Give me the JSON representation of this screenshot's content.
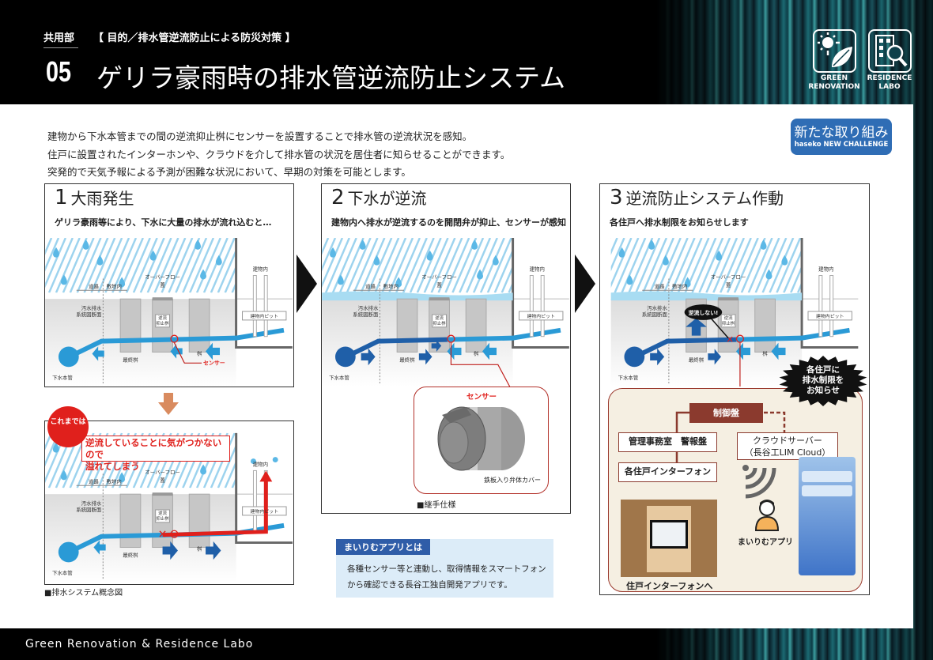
{
  "header": {
    "category": "共用部",
    "purpose": "【 目的／排水管逆流防止による防災対策 】",
    "number": "05",
    "title": "ゲリラ豪雨時の排水管逆流防止システム"
  },
  "logos": [
    {
      "label1": "GREEN",
      "label2": "RENOVATION",
      "icon": "sun-leaf-icon"
    },
    {
      "label1": "RESIDENCE",
      "label2": "LABO",
      "icon": "building-magnifier-icon"
    }
  ],
  "badge": {
    "title": "新たな取り組み",
    "subtitle": "haseko NEW CHALLENGE"
  },
  "intro": [
    "建物から下水本管までの間の逆流抑止桝にセンサーを設置することで排水管の逆流状況を感知。",
    "住戸に設置されたインターホンや、クラウドを介して排水管の状況を居住者に知らせることができます。",
    "突発的で天気予報による予測が困難な状況において、早期の対策を可能とします。"
  ],
  "steps": [
    {
      "num": "1",
      "title": "大雨発生",
      "lead": "ゲリラ豪雨等により、下水に大量の排水が流れ込むと…"
    },
    {
      "num": "2",
      "title": "下水が逆流",
      "lead": "建物内へ排水が逆流するのを開閉弁が抑止、センサーが感知"
    },
    {
      "num": "3",
      "title": "逆流防止システム作動",
      "lead": "各住戸へ排水制限をお知らせします"
    }
  ],
  "diagram_labels": {
    "road": "道路",
    "site": "敷地内",
    "overflow1": "オーバーフロー",
    "overflow2": "蓋",
    "section1": "汚水排水",
    "section2": "系統図断面",
    "check1": "逆流",
    "check2": "抑止桝",
    "final_pit": "最終桝",
    "pit": "桝",
    "main": "下水本管",
    "building": "建物内",
    "building_pit": "建物内ピット",
    "sensor": "センサー"
  },
  "before": {
    "badge": "これまでは",
    "message1": "逆流していることに気がつかないので",
    "message2": "溢れてしまう",
    "caption": "■排水システム概念図"
  },
  "detail": {
    "sensor": "センサー",
    "cover": "鉄板入り弁体カバー",
    "caption": "■継手仕様"
  },
  "step3": {
    "no_backflow": "逆流しない!",
    "burst": [
      "各住戸に",
      "排水制限を",
      "お知らせ"
    ],
    "control": "制御盤",
    "office": "管理事務室　警報盤",
    "intercom": "各住戸インターフォン",
    "intercom_caption": "住戸インターフォンへ",
    "cloud1": "クラウドサーバー",
    "cloud2": "（長谷工LIM Cloud）",
    "app": "まいりむアプリ"
  },
  "app_info": {
    "title": "まいりむアプリとは",
    "line1": "各種センサー等と連動し、取得情報をスマートフォン",
    "line2": "から確認できる長谷工独自開発アプリです。"
  },
  "footer": "Green Renovation & Residence Labo",
  "colors": {
    "accent_blue": "#2f6db5",
    "water": "#2a9ad6",
    "alert_red": "#e0201c",
    "brown": "#8b3a2e"
  }
}
